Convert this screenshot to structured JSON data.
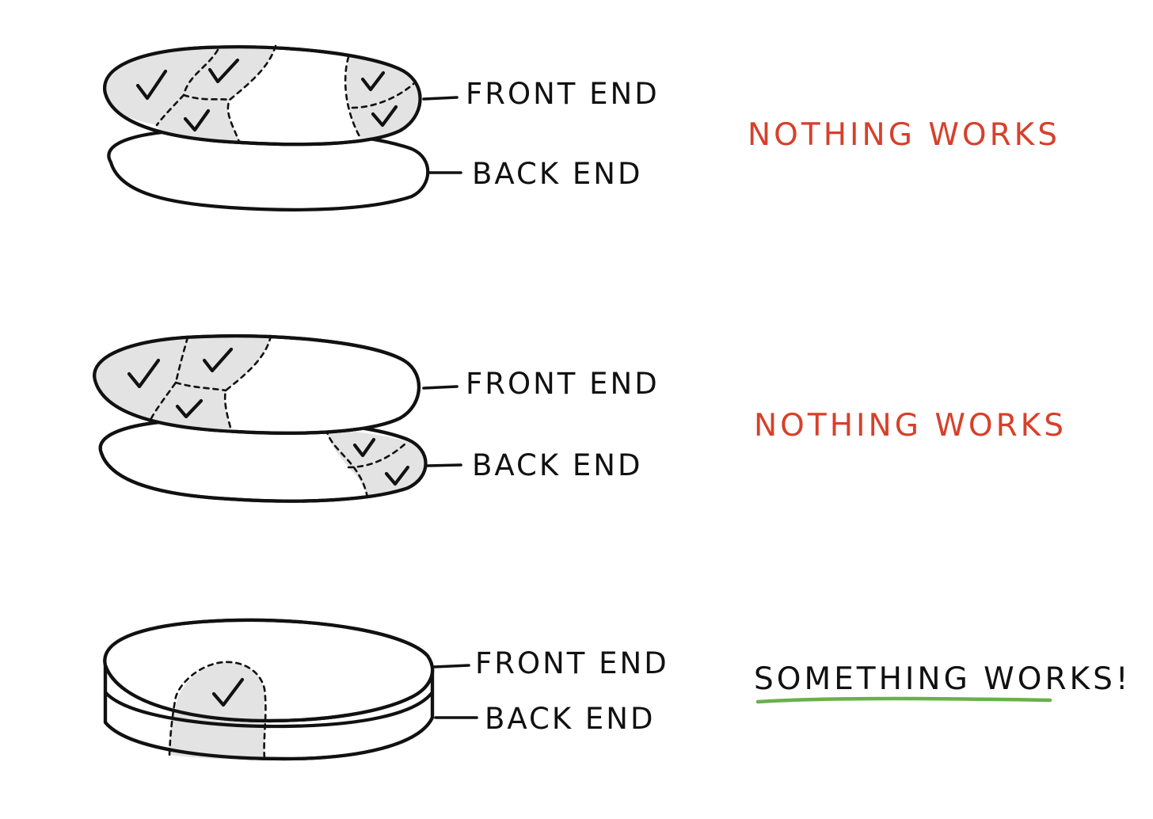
{
  "scenarios": [
    {
      "front_label": "FRONT END",
      "back_label": "BACK END",
      "verdict": "NOTHING WORKS"
    },
    {
      "front_label": "FRONT END",
      "back_label": "BACK END",
      "verdict": "NOTHING WORKS"
    },
    {
      "front_label": "FRONT END",
      "back_label": "BACK END",
      "verdict": "SOMETHING WORKS!"
    }
  ],
  "colors": {
    "verdict_fail": "#d7402a",
    "verdict_success_underline": "#6ab04c",
    "completed_region_fill": "#e3e3e3",
    "ink": "#111111"
  },
  "icons": {
    "completed_mark": "checkmark-icon"
  }
}
